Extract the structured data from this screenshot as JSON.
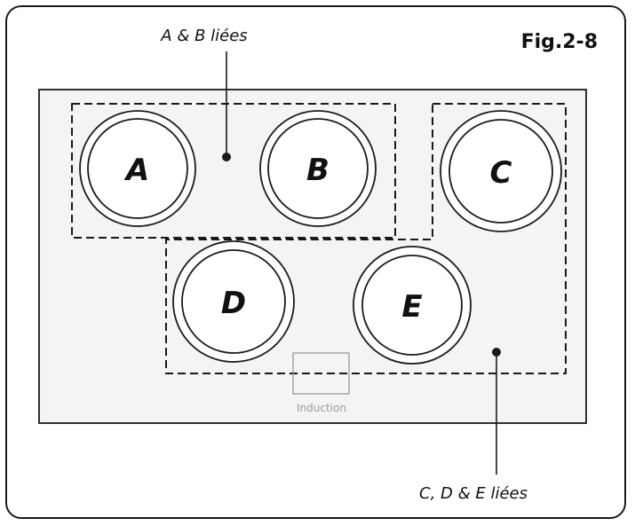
{
  "figure": {
    "label": "Fig.2-8"
  },
  "groups": {
    "ab_label": "A & B liées",
    "cde_label": "C, D & E liées"
  },
  "zones": [
    {
      "id": "a",
      "letter": "A"
    },
    {
      "id": "b",
      "letter": "B"
    },
    {
      "id": "c",
      "letter": "C"
    },
    {
      "id": "d",
      "letter": "D"
    },
    {
      "id": "e",
      "letter": "E"
    }
  ],
  "control": {
    "label": "Induction"
  },
  "colors": {
    "stroke": "#1a1a1a",
    "cooktop_fill": "#f4f4f4",
    "control_gray": "#9a9a9a"
  }
}
